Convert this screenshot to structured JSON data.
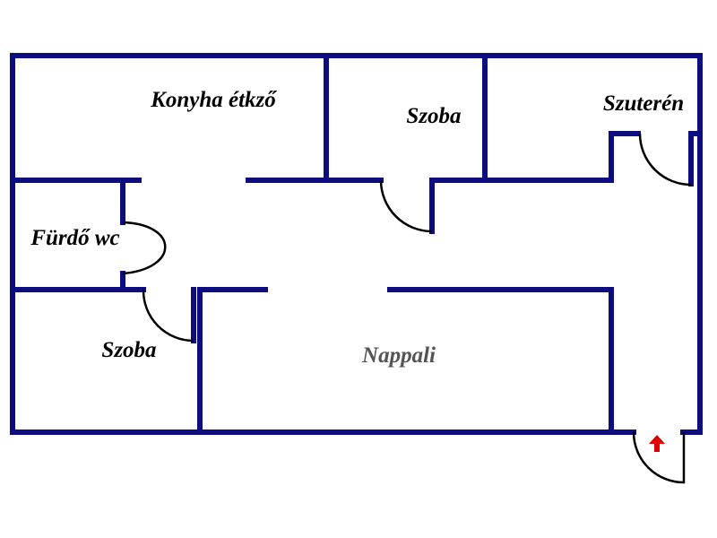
{
  "title": "Floor plan",
  "rooms": {
    "kitchen": "Konyha étkző",
    "room_top": "Szoba",
    "basement": "Szuterén",
    "bathroom": "Fürdő wc",
    "room_bottom": "Szoba",
    "living": "Nappali"
  },
  "colors": {
    "wall": "#0d0d80",
    "entrance_arrow": "#e00000"
  },
  "icons": {
    "entrance": "arrow-up-icon"
  }
}
